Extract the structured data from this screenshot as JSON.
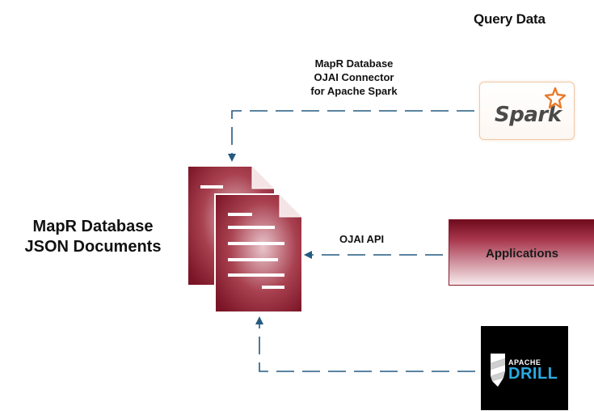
{
  "header": {
    "query_title": "Query Data"
  },
  "connector": {
    "line1": "MapR Database",
    "line2": "OJAI Connector",
    "line3": "for Apache Spark"
  },
  "database": {
    "line1": "MapR Database",
    "line2": "JSON Documents"
  },
  "api": {
    "label": "OJAI API"
  },
  "spark": {
    "logo_text": "Spark",
    "icon": "star-icon"
  },
  "applications": {
    "label": "Applications"
  },
  "drill": {
    "apache_text": "APACHE",
    "drill_text": "DRILL",
    "icon": "drill-bit-icon"
  },
  "colors": {
    "document": "#8b1e2f",
    "arrow": "#245a80",
    "spark_star": "#e97b2a",
    "drill_blue": "#2aa9e0"
  }
}
